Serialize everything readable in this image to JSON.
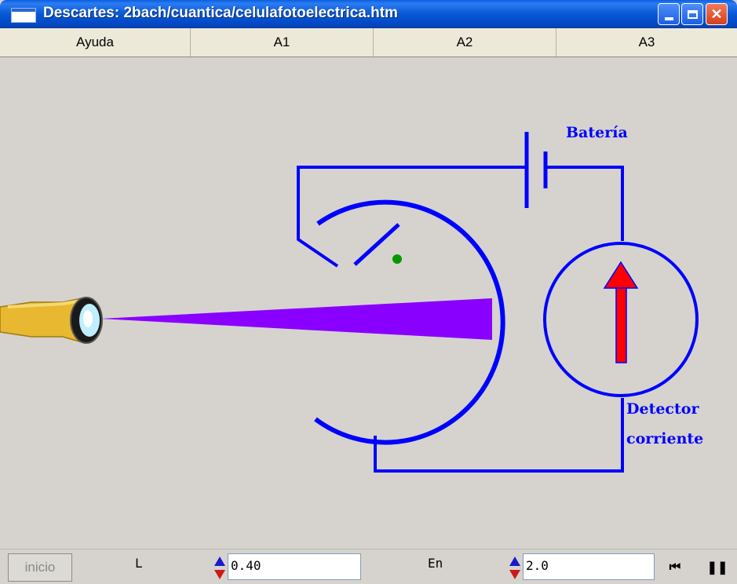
{
  "window": {
    "title": "Descartes: 2bach/cuantica/celulafotoelectrica.htm"
  },
  "menu": {
    "items": [
      {
        "label": "Ayuda"
      },
      {
        "label": "A1"
      },
      {
        "label": "A2"
      },
      {
        "label": "A3"
      }
    ]
  },
  "scene": {
    "battery_label": "Batería",
    "detector_label_line1": "Detector",
    "detector_label_line2": "corriente",
    "colors": {
      "circuit": "#0000ff",
      "beam": "#8a00ff",
      "arrow": "#ff0000",
      "electron": "#009900",
      "flashlight": "#e8b830"
    }
  },
  "controls": {
    "inicio_label": "inicio",
    "L_label": "L",
    "L_value": "0.40",
    "En_label": "En",
    "En_value": "2.0",
    "rewind_symbol": "⏮",
    "pause_symbol": "❚❚"
  }
}
